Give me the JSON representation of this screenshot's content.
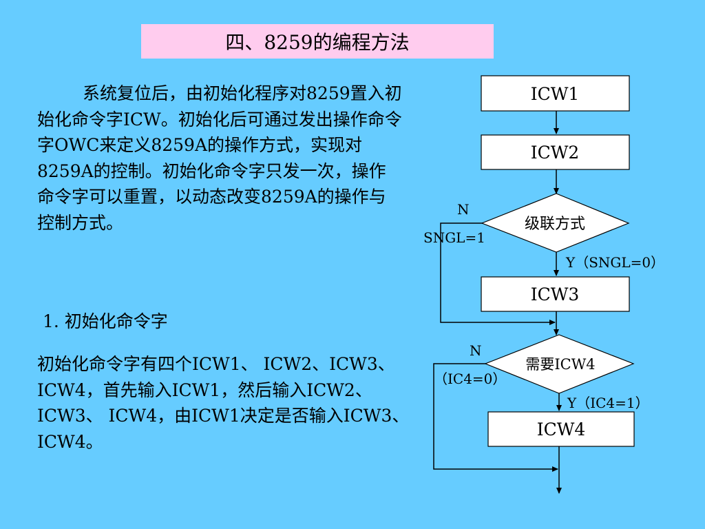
{
  "title": "四、8259的编程方法",
  "intro_paragraph": "系统复位后，由初始化程序对8259置入初始化命令字ICW。初始化后可通过发出操作命令字OWC来定义8259A的操作方式，实现对8259A的控制。初始化命令字只发一次，操作命令字可以重置，以动态改变8259A的操作与控制方式。",
  "section_heading": "1. 初始化命令字",
  "icw_paragraph": "初始化命令字有四个ICW1、 ICW2、ICW3、 ICW4，首先输入ICW1，然后输入ICW2、 ICW3、 ICW4，由ICW1决定是否输入ICW3、 ICW4。",
  "flowchart": {
    "boxes": {
      "icw1": "ICW1",
      "icw2": "ICW2",
      "icw3": "ICW3",
      "icw4": "ICW4"
    },
    "decisions": {
      "cascade": "级联方式",
      "need_icw4": "需要ICW4"
    },
    "labels": {
      "cascade_no": "N",
      "cascade_no_condition": "SNGL=1",
      "cascade_yes": "Y（SNGL=0）",
      "icw4_no": "N",
      "icw4_no_condition": "（IC4=0）",
      "icw4_yes": "Y（IC4=1）"
    }
  }
}
